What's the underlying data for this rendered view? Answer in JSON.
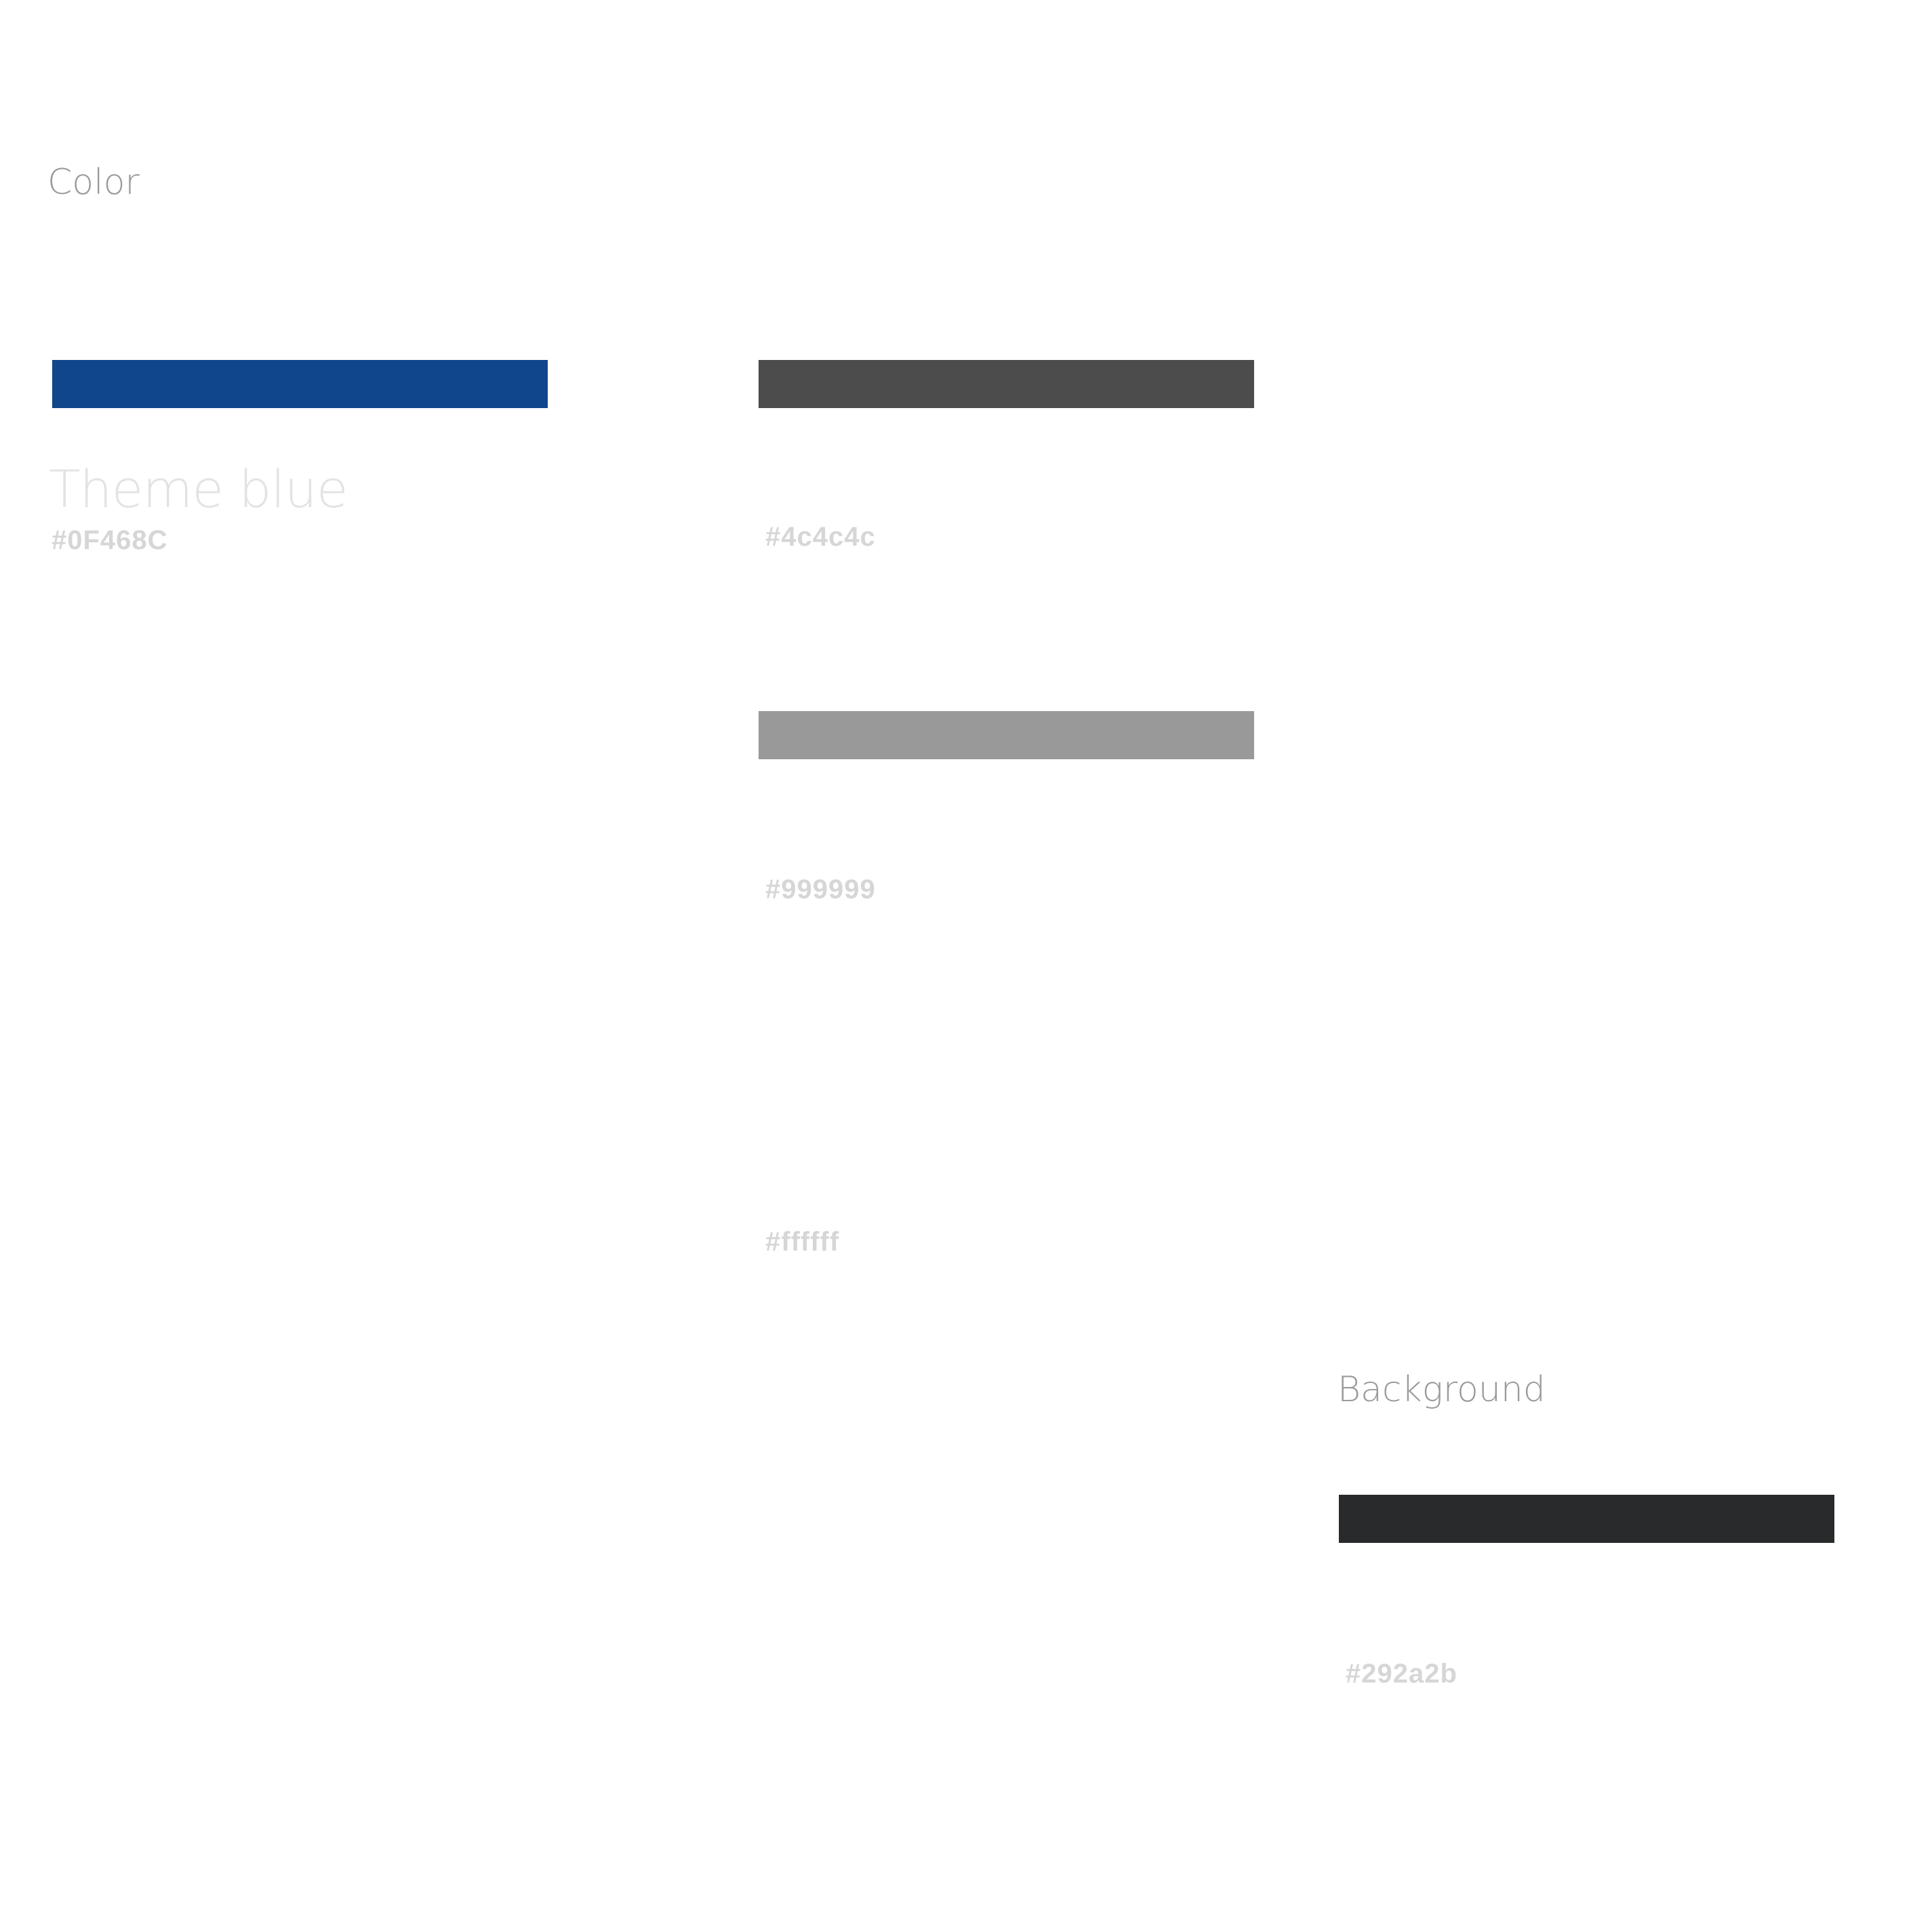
{
  "sections": {
    "color_title": "Color",
    "background_title": "Background"
  },
  "swatches": [
    {
      "name": "Theme blue",
      "hex": "#0F468C",
      "color": "#0F468C"
    },
    {
      "name": "",
      "hex": "#4c4c4c",
      "color": "#4c4c4c"
    },
    {
      "name": "",
      "hex": "#999999",
      "color": "#999999"
    },
    {
      "name": "",
      "hex": "#ffffff",
      "color": "#ffffff"
    },
    {
      "name": "",
      "hex": "#292a2b",
      "color": "#292a2b"
    }
  ]
}
